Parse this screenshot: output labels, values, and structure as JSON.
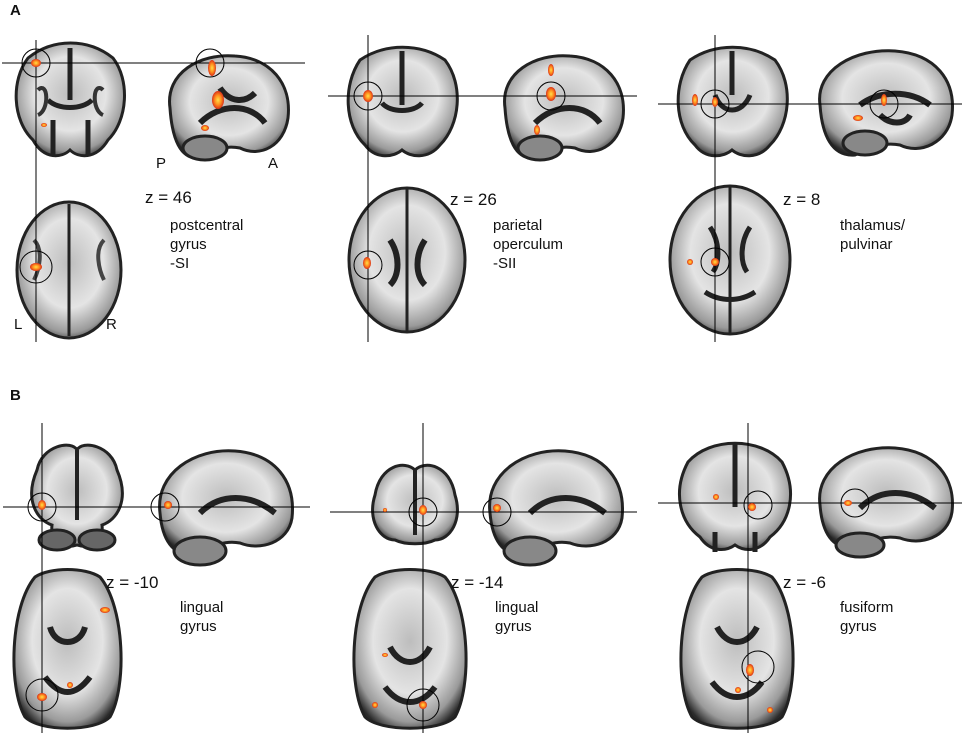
{
  "panels": [
    {
      "letter": "A",
      "figures": [
        {
          "z_label": "z = 46",
          "region": [
            "postcentral",
            "gyrus",
            "-SI"
          ]
        },
        {
          "z_label": "z = 26",
          "region": [
            "parietal",
            "operculum",
            "-SII"
          ]
        },
        {
          "z_label": "z = 8",
          "region": [
            "thalamus/",
            "pulvinar"
          ]
        }
      ]
    },
    {
      "letter": "B",
      "figures": [
        {
          "z_label": "z = -10",
          "region": [
            "lingual",
            "gyrus"
          ]
        },
        {
          "z_label": "z = -14",
          "region": [
            "lingual",
            "gyrus"
          ]
        },
        {
          "z_label": "z = -6",
          "region": [
            "fusiform",
            "gyrus"
          ]
        }
      ]
    }
  ],
  "orientation": {
    "posterior": "P",
    "anterior": "A",
    "left": "L",
    "right": "R"
  },
  "colors": {
    "activation_core": "#ffd23a",
    "activation_edge": "#e8401a",
    "tissue": "#d8d8d8"
  }
}
